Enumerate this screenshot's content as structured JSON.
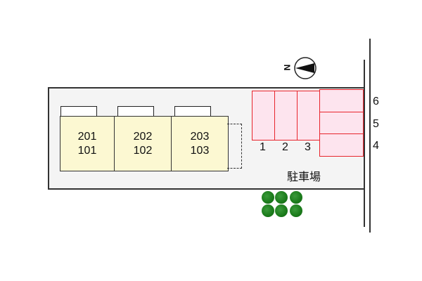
{
  "compass": {
    "label": "N"
  },
  "buildings": [
    {
      "upper": "201",
      "lower": "101"
    },
    {
      "upper": "202",
      "lower": "102"
    },
    {
      "upper": "203",
      "lower": "103"
    }
  ],
  "parking": {
    "label": "駐車場",
    "slots": [
      "1",
      "2",
      "3",
      "4",
      "5",
      "6"
    ]
  },
  "colors": {
    "unit": "#fcf8d2",
    "slot_fill": "#fde4ee",
    "slot_border": "#e8242c",
    "tree": "#1a7a1a"
  }
}
